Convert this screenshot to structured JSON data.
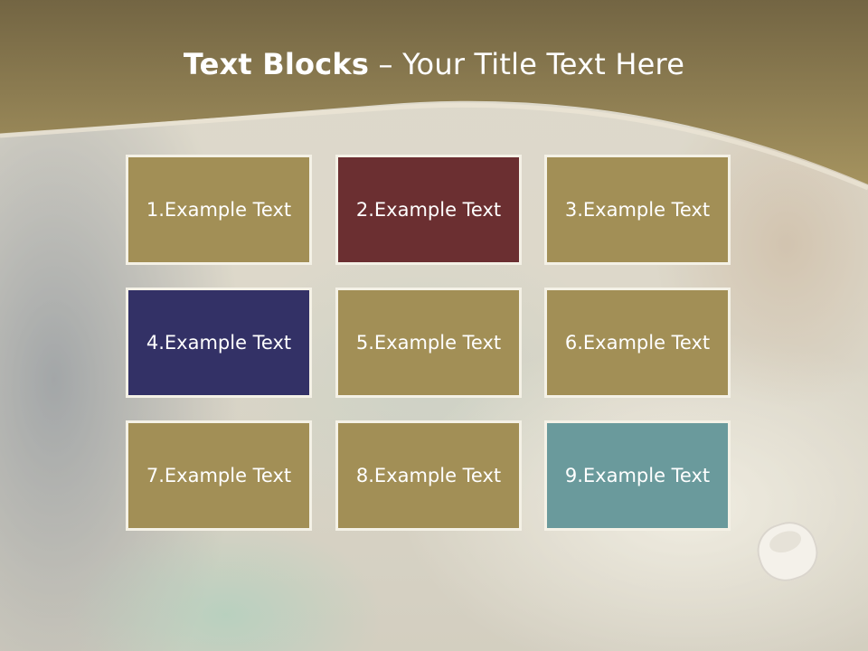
{
  "title": {
    "bold": "Text Blocks",
    "dash": "–",
    "rest": "Your Title Text Here"
  },
  "colors": {
    "header": "#8a7a4a",
    "olive": "#a28f56",
    "maroon": "#6b2f31",
    "navy": "#333166",
    "teal": "#6a9a9c",
    "border": "#f4f1e6"
  },
  "blocks": [
    {
      "label": "1.Example Text",
      "color": "#a28f56"
    },
    {
      "label": "2.Example Text",
      "color": "#6b2f31"
    },
    {
      "label": "3.Example Text",
      "color": "#a28f56"
    },
    {
      "label": "4.Example Text",
      "color": "#333166"
    },
    {
      "label": "5.Example Text",
      "color": "#a28f56"
    },
    {
      "label": "6.Example Text",
      "color": "#a28f56"
    },
    {
      "label": "7.Example Text",
      "color": "#a28f56"
    },
    {
      "label": "8.Example Text",
      "color": "#a28f56"
    },
    {
      "label": "9.Example Text",
      "color": "#6a9a9c"
    }
  ]
}
